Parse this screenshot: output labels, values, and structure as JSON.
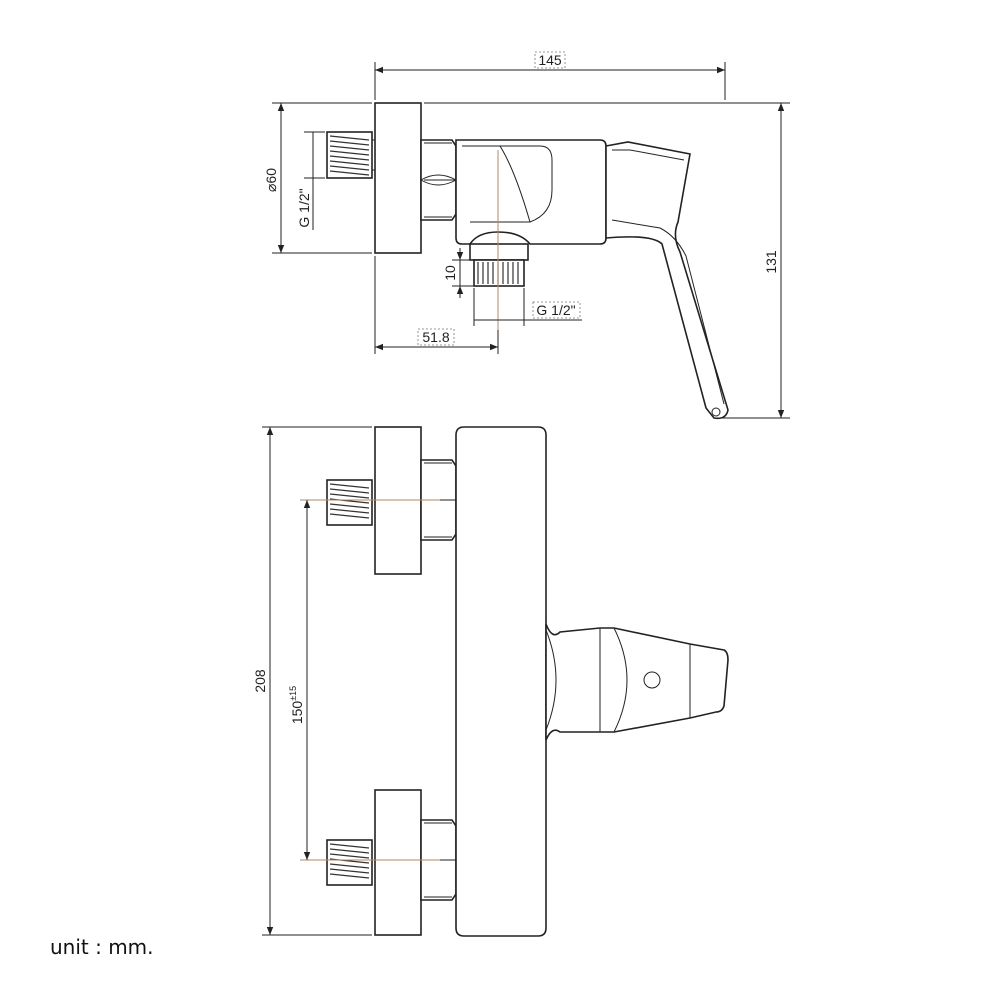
{
  "dimensions": {
    "overall_length": "145",
    "overall_height": "131",
    "flange_diameter_symbol": "⌀",
    "flange_diameter": "60",
    "inlet_thread": "G 1/2\"",
    "outlet_thread": "G 1/2\"",
    "outlet_offset": "10",
    "outlet_position": "51.8",
    "overall_width": "208",
    "inlet_spacing": "150",
    "inlet_spacing_tolerance": "±15"
  },
  "footer": {
    "unit_label": "unit : mm."
  }
}
